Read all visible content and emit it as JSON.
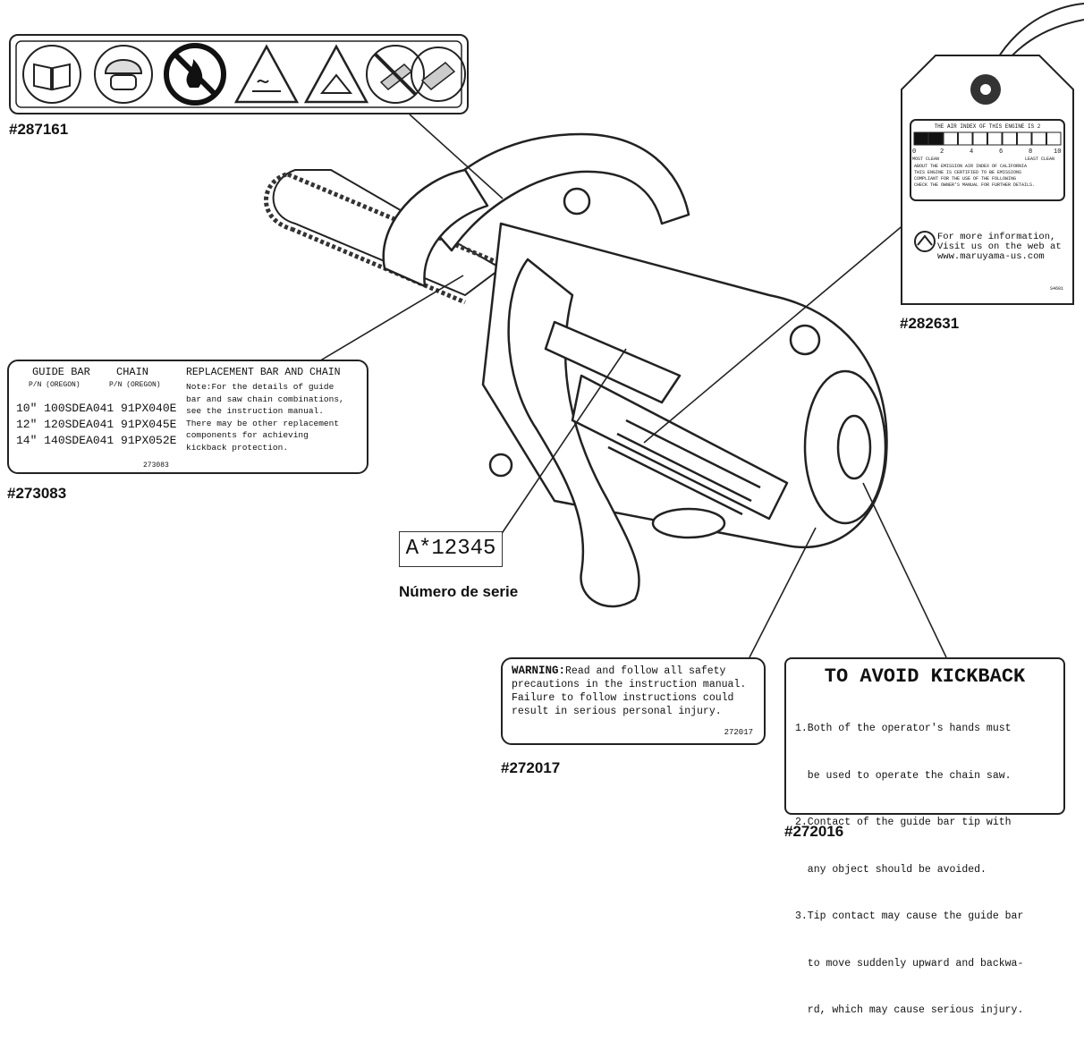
{
  "labels": {
    "pictograms": {
      "part_no": "#287161"
    },
    "bar_chain": {
      "part_no": "#273083",
      "header_bar": "GUIDE BAR",
      "header_bar_sub": "P/N (OREGON)",
      "header_chain": "CHAIN",
      "header_chain_sub": "P/N (OREGON)",
      "title": "REPLACEMENT BAR AND CHAIN",
      "rows": [
        {
          "size": "10\"",
          "bar": "100SDEA041",
          "chain": "91PX040E"
        },
        {
          "size": "12\"",
          "bar": "120SDEA041",
          "chain": "91PX045E"
        },
        {
          "size": "14\"",
          "bar": "140SDEA041",
          "chain": "91PX052E"
        }
      ],
      "note_lines": [
        "Note:For the details of guide",
        "bar and saw chain combinations,",
        "see the instruction manual.",
        "There may be other replacement",
        "components for achieving",
        "kickback protection."
      ],
      "code": "273083"
    },
    "serial": {
      "value": "A*12345",
      "caption": "Número de serie"
    },
    "warning": {
      "part_no": "#272017",
      "lead": "WARNING:",
      "lines": [
        "Read and follow all safety",
        "precautions in the instruction manual.",
        "Failure to follow instructions could",
        "result in serious personal injury."
      ],
      "code": "272017"
    },
    "kickback": {
      "part_no": "#272016",
      "title": "TO AVOID KICKBACK",
      "lines": [
        "1.Both of the operator's hands must",
        "  be used to operate the chain saw.",
        "2.Contact of the guide bar tip with",
        "  any object should be avoided.",
        "3.Tip contact may cause the guide bar",
        "  to move suddenly upward and backwa-",
        "  rd, which may cause serious injury."
      ]
    },
    "emission_tag": {
      "part_no": "#282631",
      "title": "THE AIR INDEX OF THIS ENGINE IS 2",
      "scale_numbers": [
        "0",
        "2",
        "4",
        "6",
        "8",
        "10"
      ],
      "scale_ends": [
        "MOST CLEAN",
        "LEAST CLEAN"
      ],
      "scale_value": 2,
      "fine_lines": [
        "ABOUT THE EMISSION AIR INDEX OF CALIFORNIA",
        "THIS ENGINE IS CERTIFIED TO BE EMISSIONS",
        "COMPLIANT FOR THE USE OF THE FOLLOWING",
        "CHECK THE OWNER'S MANUAL FOR FURTHER DETAILS."
      ],
      "info_lines": [
        "For more information,",
        "Visit us on the web at",
        "www.maruyama-us.com"
      ],
      "code": "S4601"
    }
  }
}
